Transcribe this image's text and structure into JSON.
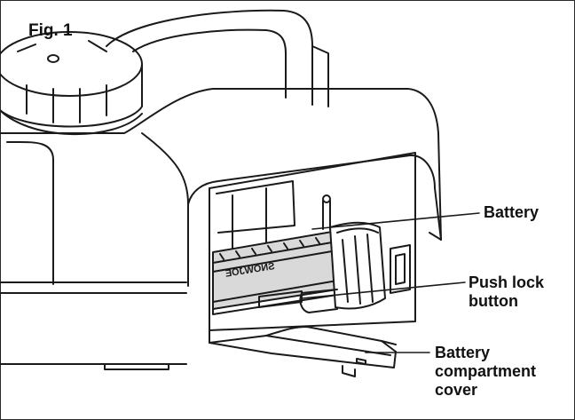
{
  "figure": {
    "label": "Fig. 1",
    "brand_mark": "SNOWJOE"
  },
  "callouts": {
    "battery": "Battery",
    "push_lock_line1": "Push lock",
    "push_lock_line2": "button",
    "cover_line1": "Battery",
    "cover_line2": "compartment",
    "cover_line3": "cover"
  },
  "colors": {
    "ink": "#1a1a1a",
    "background": "#ffffff",
    "battery_fill": "#d9d9d9"
  }
}
